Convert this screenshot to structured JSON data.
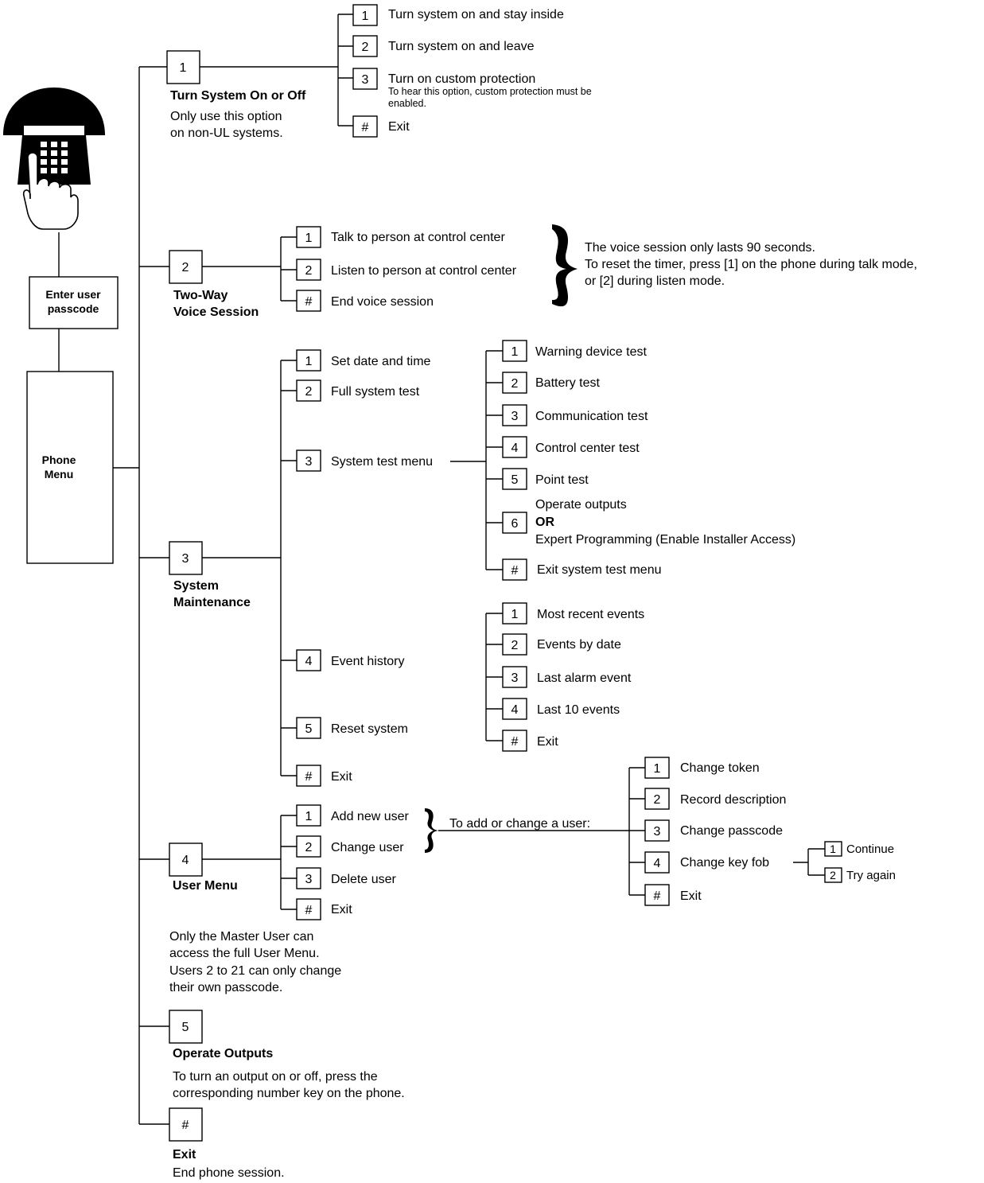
{
  "colors": {
    "ink": "#000000",
    "background": "#ffffff"
  },
  "icons": {
    "phone": "telephone-with-pressing-hand-icon"
  },
  "start": {
    "label_line1": "Enter user",
    "label_line2": "passcode"
  },
  "phone_menu": {
    "label_line1": "Phone",
    "label_line2": "Menu"
  },
  "opt1": {
    "key": "1",
    "title": "Turn System On or Off",
    "note": [
      "Only use this option",
      "on non-UL systems."
    ],
    "items": [
      {
        "key": "1",
        "label": "Turn system on and stay inside"
      },
      {
        "key": "2",
        "label": "Turn system on and leave"
      },
      {
        "key": "3",
        "label": "Turn on custom protection",
        "note": [
          "To hear this option, custom protection must be",
          "enabled."
        ]
      },
      {
        "key": "#",
        "label": "Exit"
      }
    ]
  },
  "opt2": {
    "key": "2",
    "title": [
      "Two-Way",
      "Voice Session"
    ],
    "items": [
      {
        "key": "1",
        "label": "Talk to person at control center"
      },
      {
        "key": "2",
        "label": "Listen to person at control center"
      },
      {
        "key": "#",
        "label": "End voice session"
      }
    ],
    "note": [
      "The voice session only lasts 90 seconds.",
      "To reset the timer, press [1] on the phone during talk mode,",
      "or [2] during listen mode."
    ]
  },
  "opt3": {
    "key": "3",
    "title": [
      "System",
      "Maintenance"
    ],
    "items": [
      {
        "key": "1",
        "label": "Set date and time"
      },
      {
        "key": "2",
        "label": "Full system test"
      },
      {
        "key": "3",
        "label": "System test menu"
      },
      {
        "key": "4",
        "label": "Event history"
      },
      {
        "key": "5",
        "label": "Reset system"
      },
      {
        "key": "#",
        "label": "Exit"
      }
    ],
    "test_menu": [
      {
        "key": "1",
        "label": "Warning device test"
      },
      {
        "key": "2",
        "label": "Battery test"
      },
      {
        "key": "3",
        "label": "Communication test"
      },
      {
        "key": "4",
        "label": "Control center test"
      },
      {
        "key": "5",
        "label": "Point test"
      },
      {
        "key": "6",
        "label": "Operate outputs",
        "or": "OR",
        "label2": "Expert Programming (Enable Installer Access)"
      },
      {
        "key": "#",
        "label": "Exit system test menu"
      }
    ],
    "event_history": [
      {
        "key": "1",
        "label": "Most recent events"
      },
      {
        "key": "2",
        "label": "Events by date"
      },
      {
        "key": "3",
        "label": "Last alarm event"
      },
      {
        "key": "4",
        "label": "Last 10 events"
      },
      {
        "key": "#",
        "label": "Exit"
      }
    ]
  },
  "opt4": {
    "key": "4",
    "title": "User Menu",
    "items": [
      {
        "key": "1",
        "label": "Add new user"
      },
      {
        "key": "2",
        "label": "Change user"
      },
      {
        "key": "3",
        "label": "Delete user"
      },
      {
        "key": "#",
        "label": "Exit"
      }
    ],
    "connector_label": "To add or change a user:",
    "add_change": [
      {
        "key": "1",
        "label": "Change token"
      },
      {
        "key": "2",
        "label": "Record description"
      },
      {
        "key": "3",
        "label": "Change passcode"
      },
      {
        "key": "4",
        "label": "Change key fob"
      },
      {
        "key": "#",
        "label": "Exit"
      }
    ],
    "key_fob": [
      {
        "key": "1",
        "label": "Continue"
      },
      {
        "key": "2",
        "label": "Try again"
      }
    ],
    "note": [
      "Only the Master User can",
      "access the full User Menu.",
      "Users 2 to 21 can only change",
      "their own passcode."
    ]
  },
  "opt5": {
    "key": "5",
    "title": "Operate Outputs",
    "note": [
      "To turn an output on or off, press the",
      "corresponding number key on the phone."
    ]
  },
  "opt6": {
    "key": "#",
    "title": "Exit",
    "note": "End phone session."
  }
}
